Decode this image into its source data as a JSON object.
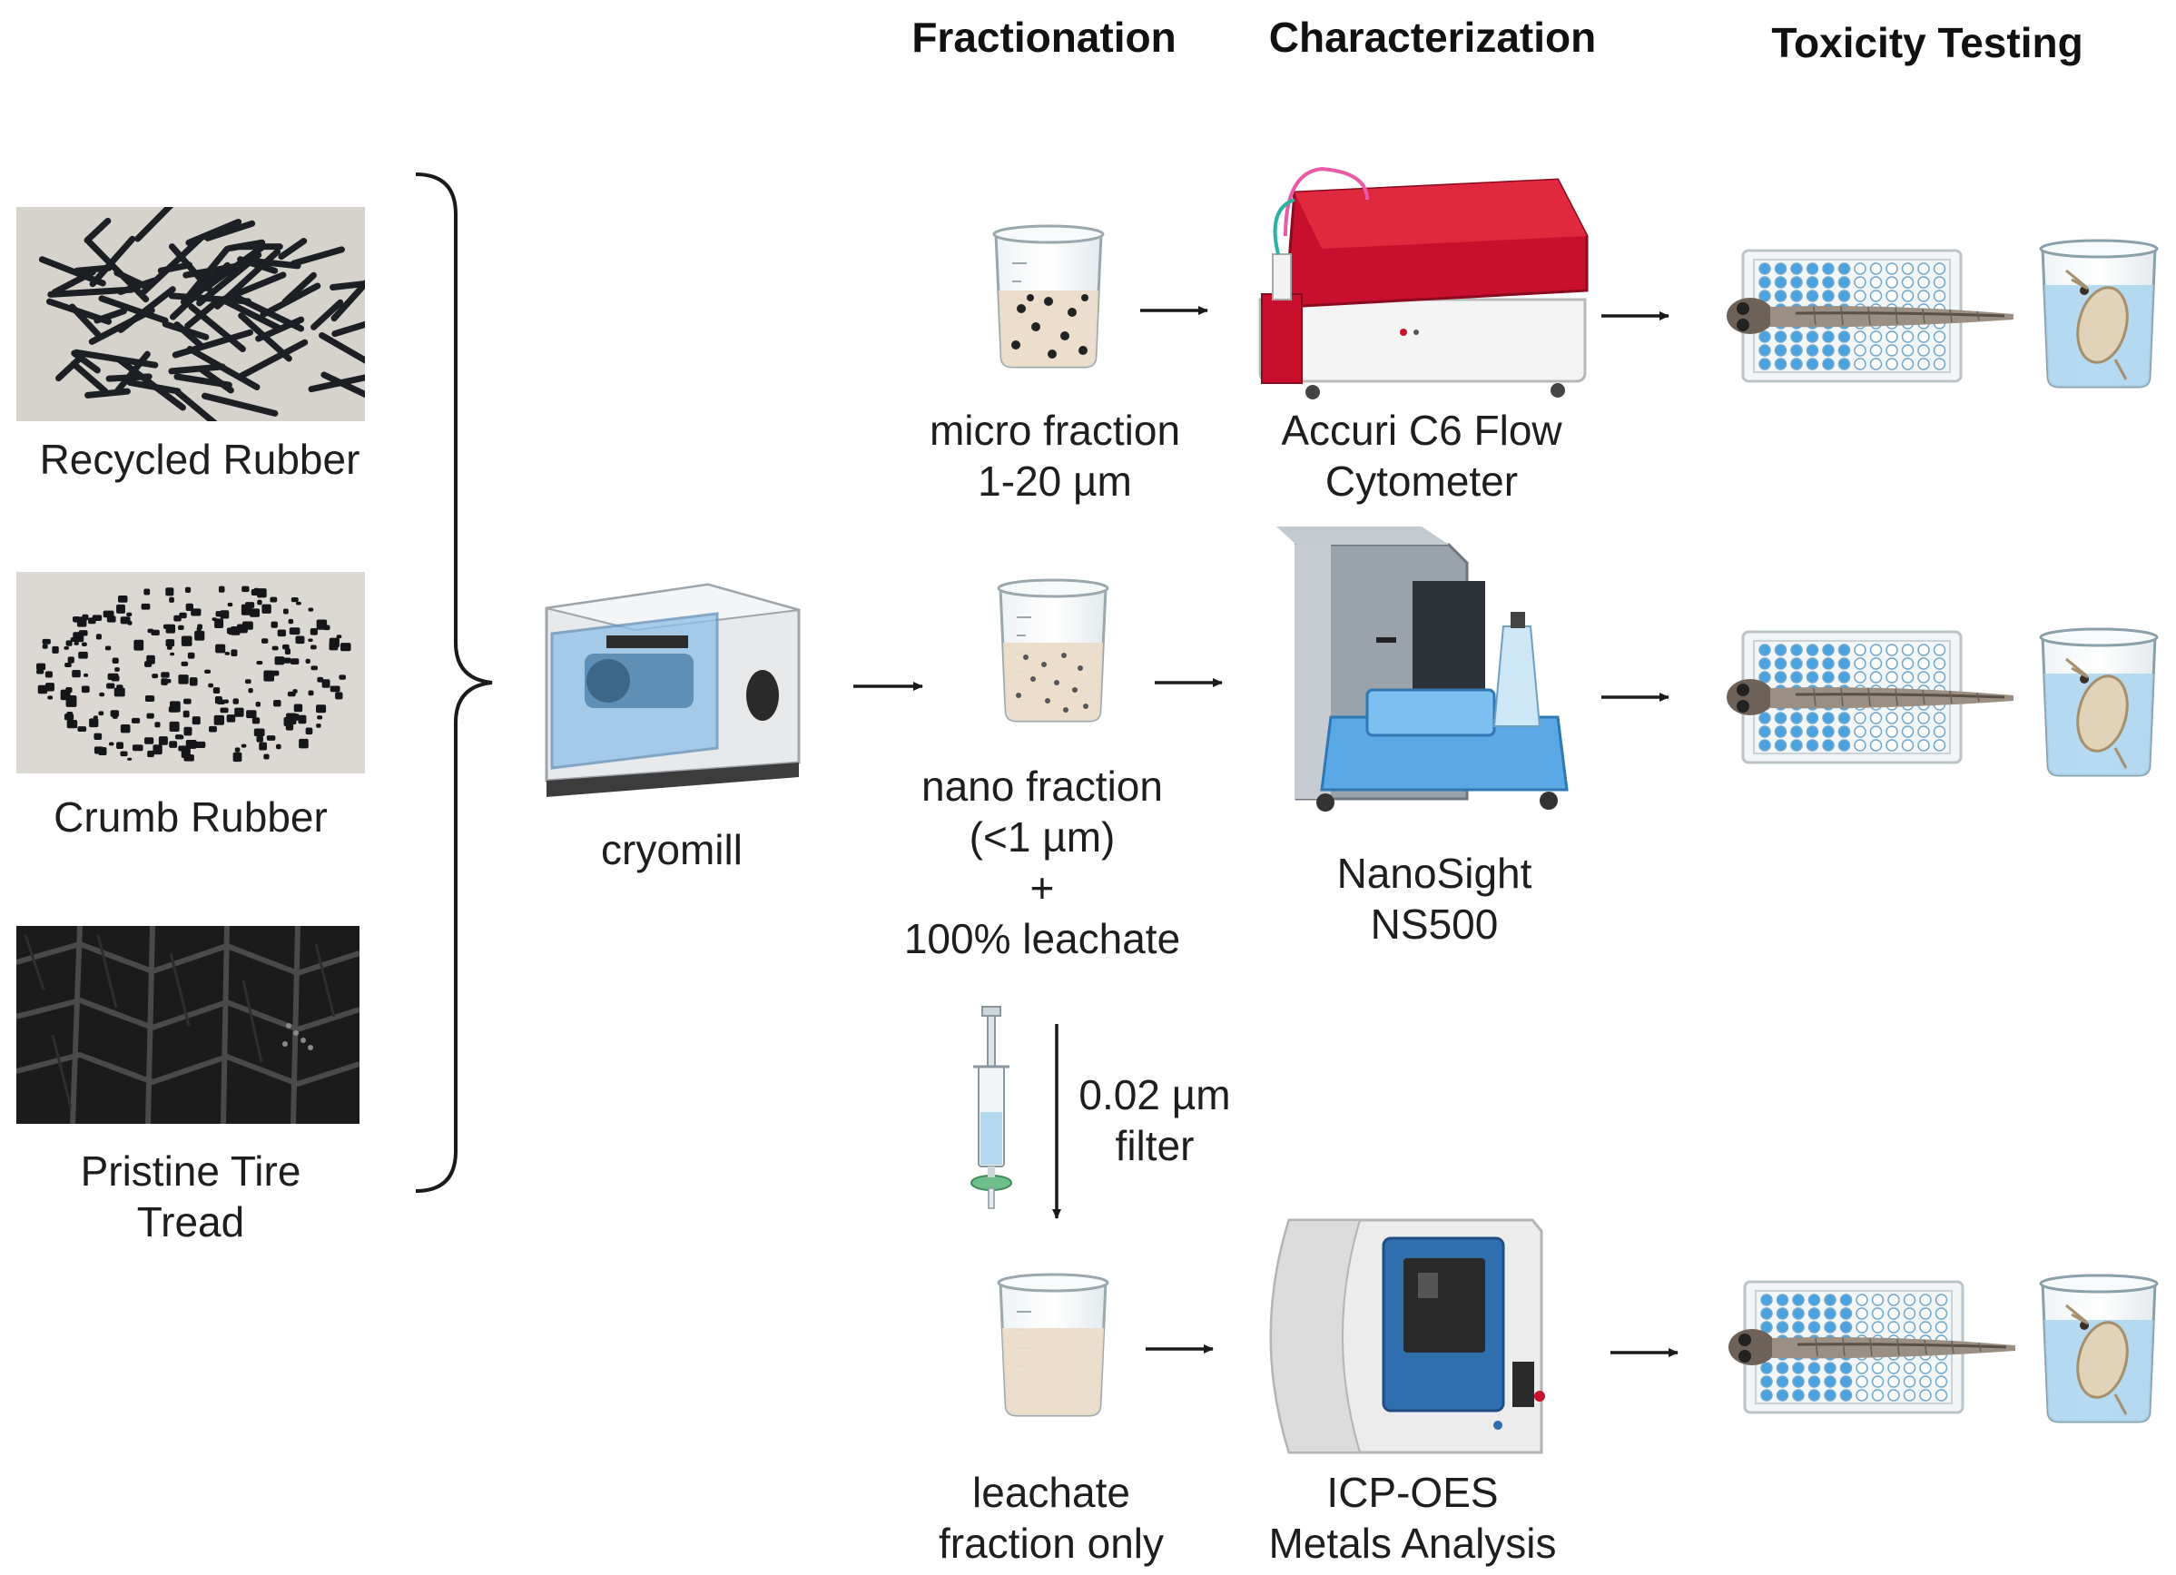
{
  "headers": {
    "fractionation": "Fractionation",
    "characterization": "Characterization",
    "toxicity": "Toxicity Testing"
  },
  "sources": [
    {
      "label": "Recycled Rubber",
      "icon": "recycled-rubber-strands"
    },
    {
      "label": "Crumb Rubber",
      "icon": "crumb-rubber-granules"
    },
    {
      "label_line1": "Pristine Tire",
      "label_line2": "Tread",
      "icon": "tire-tread"
    }
  ],
  "mill": {
    "label": "cryomill",
    "icon": "cryomill-icon"
  },
  "fractions": {
    "micro": {
      "line1": "micro fraction",
      "line2": "1-20 µm"
    },
    "nano": {
      "line1": "nano fraction",
      "line2": "(<1 µm)",
      "line3": "+",
      "line4": "100% leachate"
    },
    "filter": {
      "line1": "0.02 µm",
      "line2": "filter"
    },
    "leachate": {
      "line1": "leachate",
      "line2": "fraction only"
    }
  },
  "instruments": {
    "accuri": {
      "line1": "Accuri C6 Flow",
      "line2": "Cytometer"
    },
    "nanosight": {
      "line1": "NanoSight",
      "line2": "NS500"
    },
    "icp": {
      "line1": "ICP-OES",
      "line2": "Metals Analysis"
    }
  },
  "colors": {
    "accuri_red": "#c8102e",
    "nanosight_blue": "#5aa9e6",
    "icp_blue": "#2f6fb0",
    "well_blue": "#4aa3df",
    "beaker_sample": "#ecdcc9",
    "beaker_water": "#a9d4ee"
  }
}
